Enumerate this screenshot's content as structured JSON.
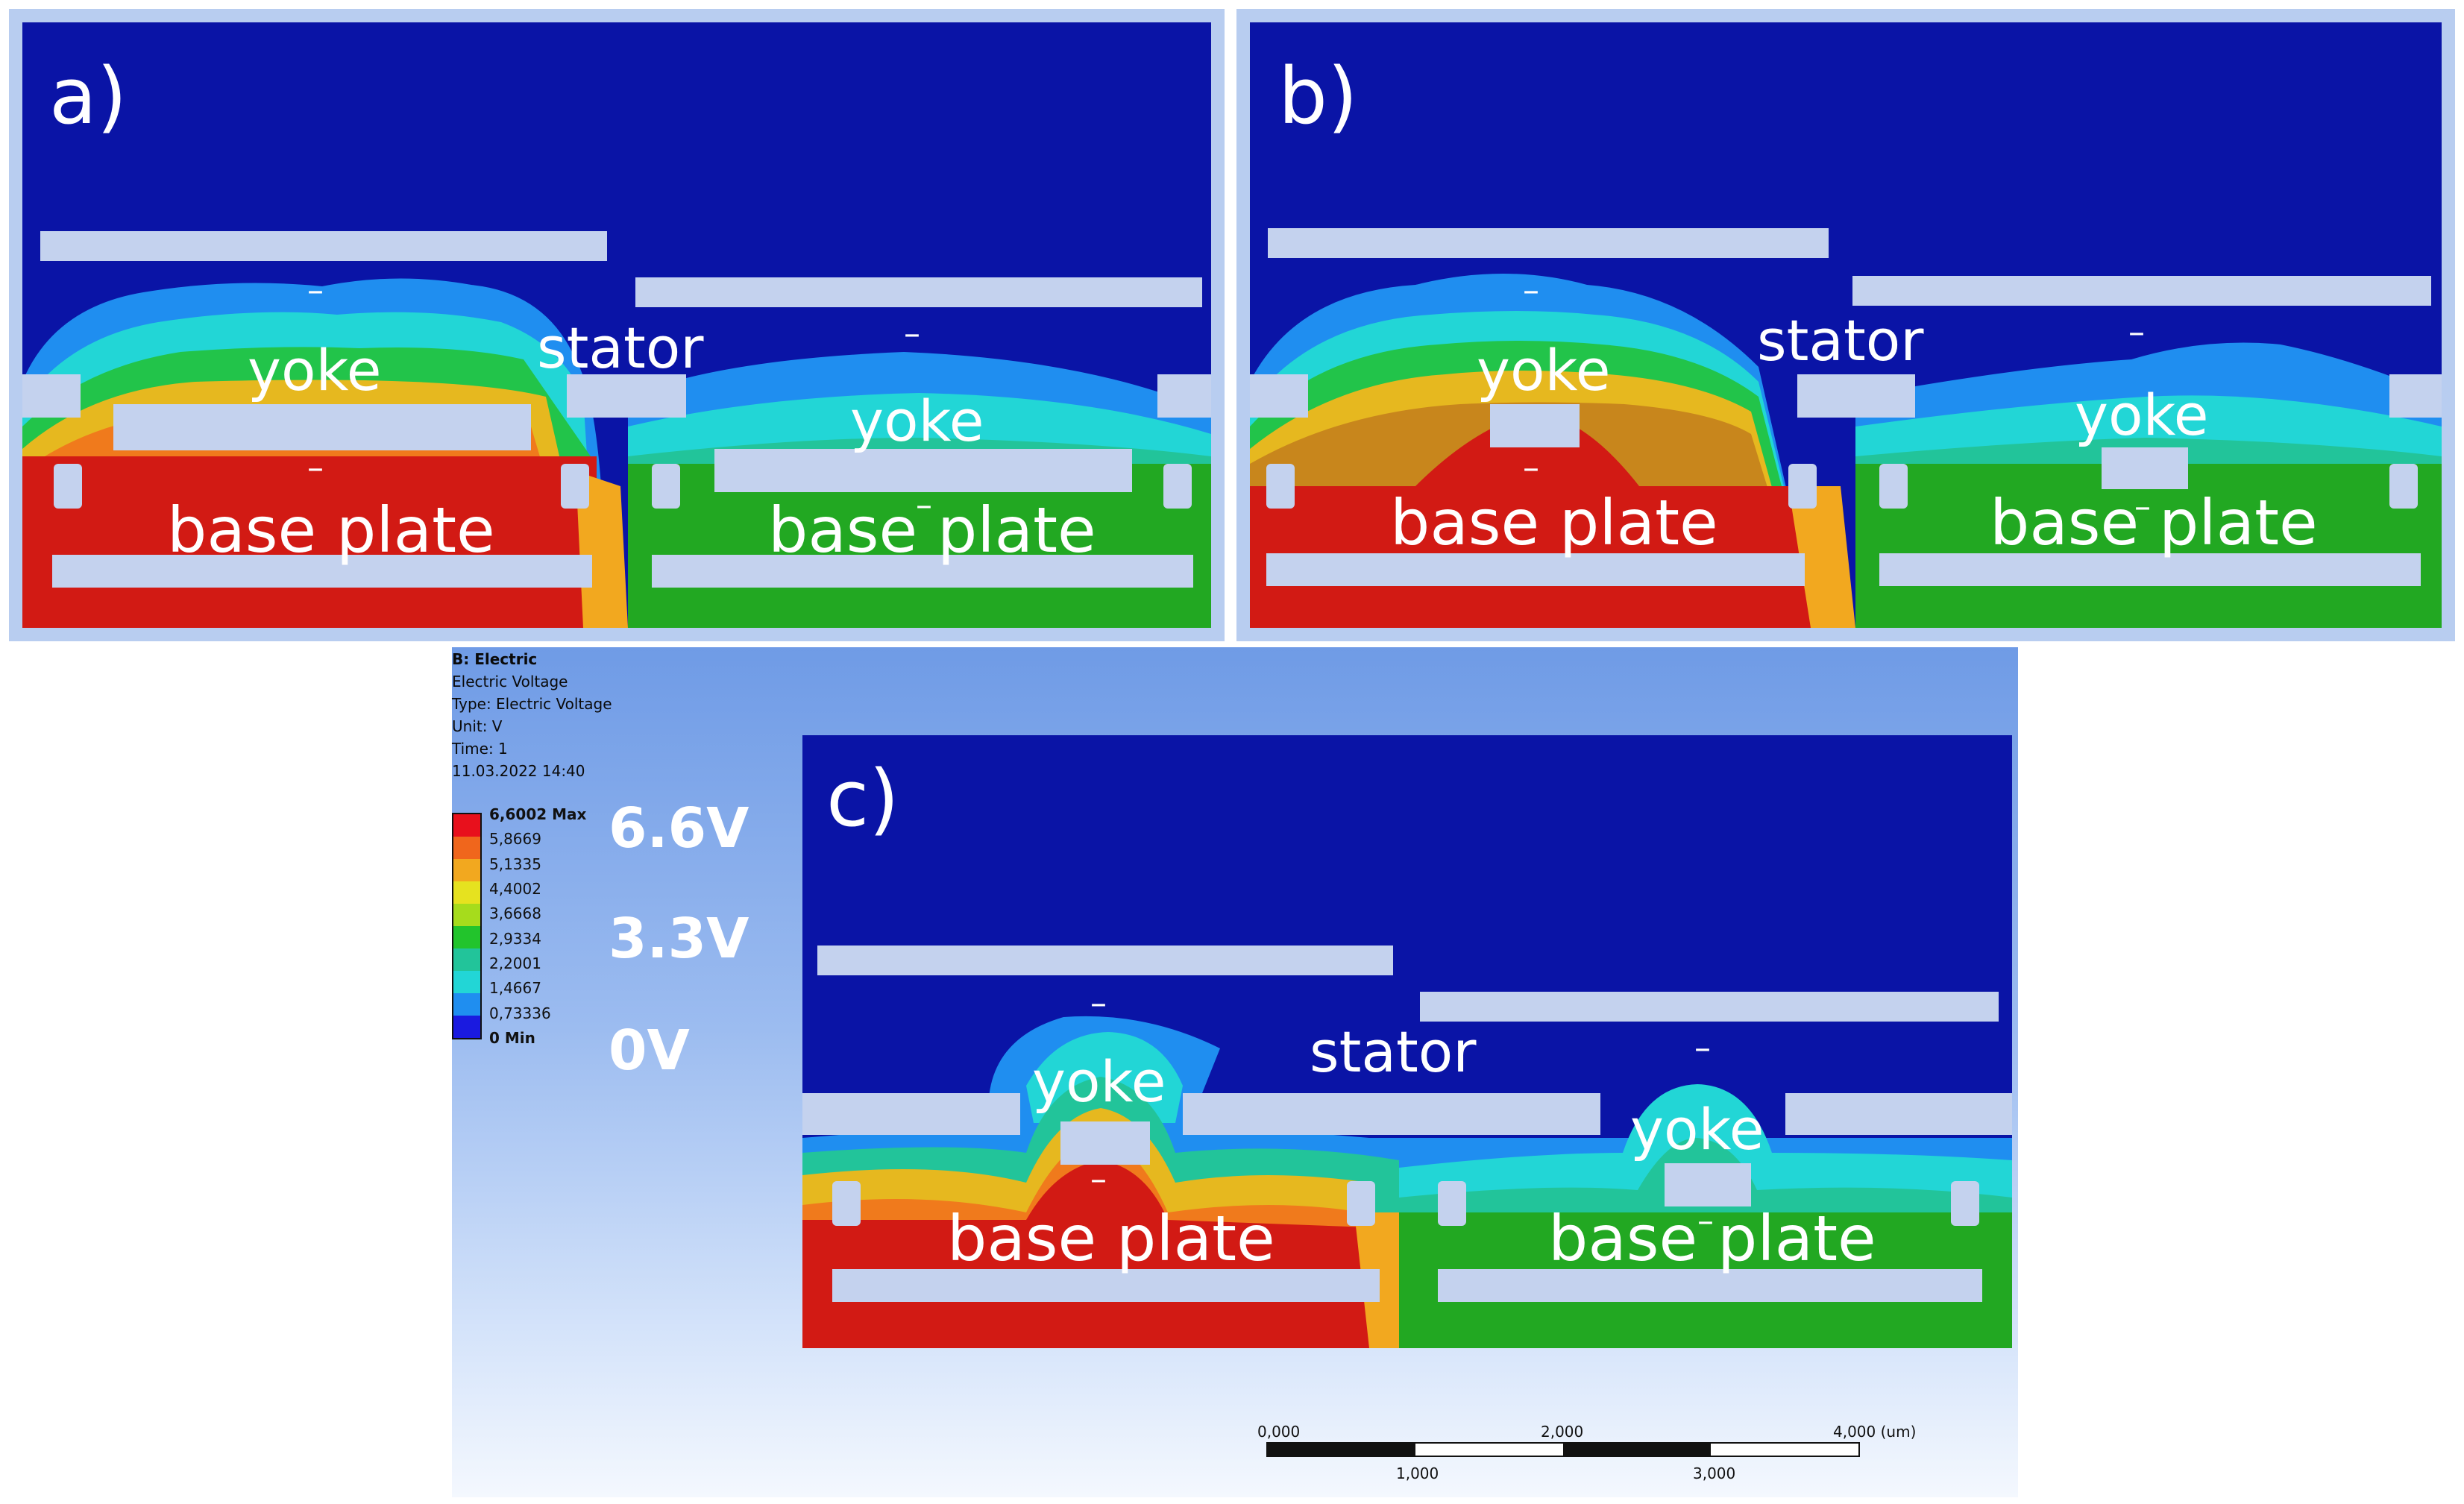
{
  "panels": {
    "a": {
      "tag": "a)"
    },
    "b": {
      "tag": "b)"
    },
    "c": {
      "tag": "c)"
    }
  },
  "labels": {
    "yoke": "yoke",
    "stator": "stator",
    "base_plate": "base plate",
    "minus": "–"
  },
  "legend": {
    "title": "B: Electric",
    "subtitle": "Electric Voltage",
    "type": "Type: Electric Voltage",
    "unit": "Unit: V",
    "time": "Time: 1",
    "date": "11.03.2022 14:40",
    "levels": [
      "6,6002 Max",
      "5,8669",
      "5,1335",
      "4,4002",
      "3,6668",
      "2,9334",
      "2,2001",
      "1,4667",
      "0,73336",
      "0 Min"
    ],
    "colors": [
      "#e8101c",
      "#f0661c",
      "#f2a81f",
      "#e6e21f",
      "#a6dc1c",
      "#22c42c",
      "#22c49a",
      "#22d6d6",
      "#1f8ef0",
      "#1a1ae0"
    ],
    "big_labels": [
      "6.6V",
      "3.3V",
      "0V"
    ]
  },
  "scale_bar": {
    "top_ticks": [
      "0,000",
      "2,000",
      "4,000 (um)"
    ],
    "bottom_ticks": [
      "1,000",
      "3,000"
    ]
  },
  "colors": {
    "field_high": "#d21a14",
    "field_mid": "#22a822",
    "field_low": "#0a14a6",
    "structure": "#c4d2ee"
  }
}
